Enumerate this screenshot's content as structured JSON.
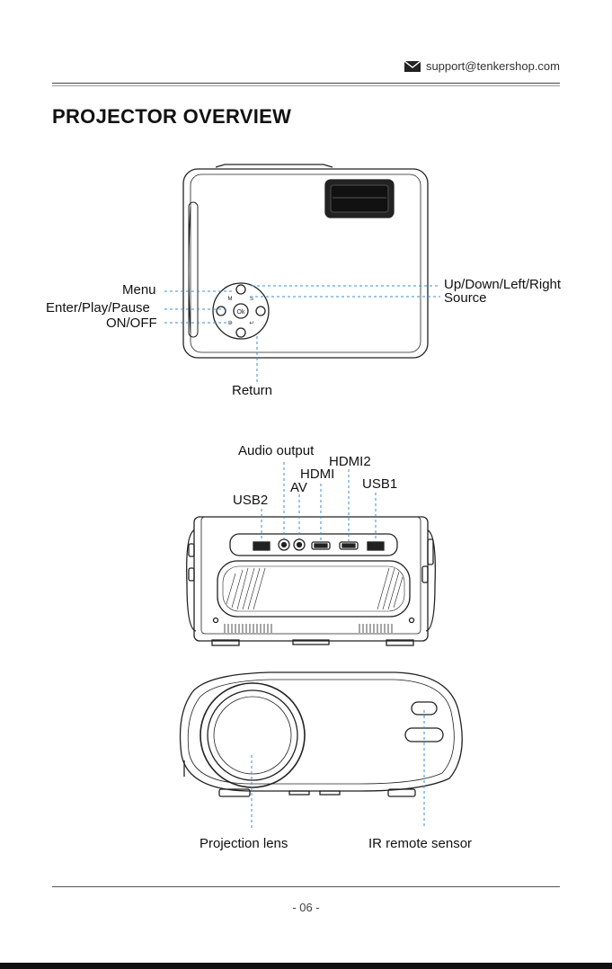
{
  "header": {
    "email": "support@tenkershop.com"
  },
  "title": "PROJECTOR OVERVIEW",
  "top_view": {
    "labels": {
      "menu": "Menu",
      "enter": "Enter/Play/Pause",
      "onoff": "ON/OFF",
      "return": "Return",
      "updown": "Up/Down/Left/Right",
      "source": "Source"
    },
    "keypad_ok": "Ok"
  },
  "rear_view": {
    "labels": {
      "audio": "Audio output",
      "hdmi2": "HDMI2",
      "hdmi": "HDMI",
      "av": "AV",
      "usb1": "USB1",
      "usb2": "USB2"
    }
  },
  "front_view": {
    "labels": {
      "lens": "Projection lens",
      "ir": "IR remote sensor"
    }
  },
  "footer": {
    "page": "- 06 -"
  },
  "colors": {
    "callout": "#3a8fd6",
    "outline": "#222222"
  }
}
